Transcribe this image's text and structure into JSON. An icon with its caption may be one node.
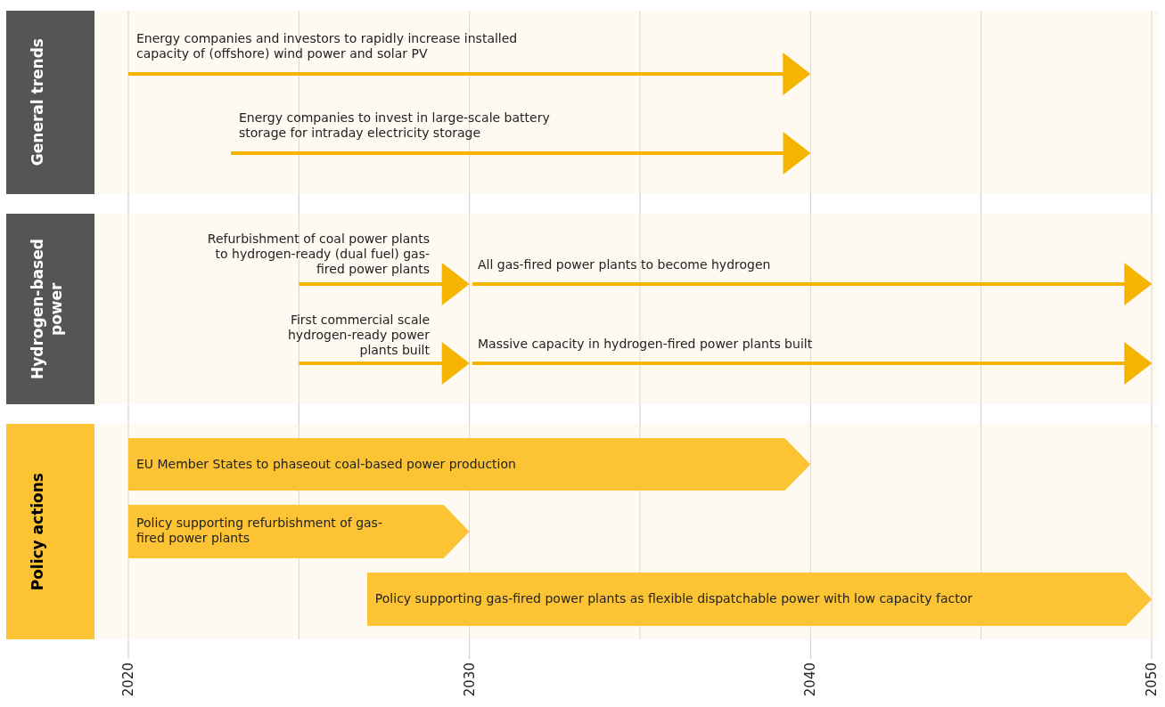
{
  "diagram": {
    "nodes": [
      {
        "text": [
          "General trends"
        ]
      },
      {
        "text": [
          "Energy companies and investors to rapidly increase installed capacity of (offshore) wind power and solar PV"
        ],
        "in": 0
      },
      {
        "text": [
          "Energy companies to invest in large-scale battery storage for intraday electricity storage"
        ],
        "in": 0
      },
      {
        "text": [
          "Hydrogen-based power"
        ]
      },
      {
        "text": [
          "Refurbishment of coal power plants to hydrogen-ready (dual fuel) gas-fired power plants"
        ],
        "in": 3
      },
      {
        "text": [
          "All gas-fired power plants to become hydrogen"
        ],
        "in": 3
      },
      {
        "text": [
          "First commercial scale hydrogen-ready power plants built"
        ],
        "in": 3
      },
      {
        "text": [
          "Massive capacity in hydrogen-fired power plants built"
        ],
        "in": 3
      },
      {
        "text": [
          "Policy actions"
        ]
      },
      {
        "text": [
          "EU Member States to phaseout coal-based power production"
        ],
        "in": 8
      },
      {
        "text": [
          "Policy supporting refurbishment of gas-fired power plants"
        ],
        "in": 8
      },
      {
        "text": [
          "Policy supporting gas-fired power plants as flexible dispatchable power with low capacity factor"
        ],
        "in": 8
      }
    ],
    "edges": [],
    "labels": [
      "2020",
      "2030",
      "2040",
      "2050"
    ]
  }
}
